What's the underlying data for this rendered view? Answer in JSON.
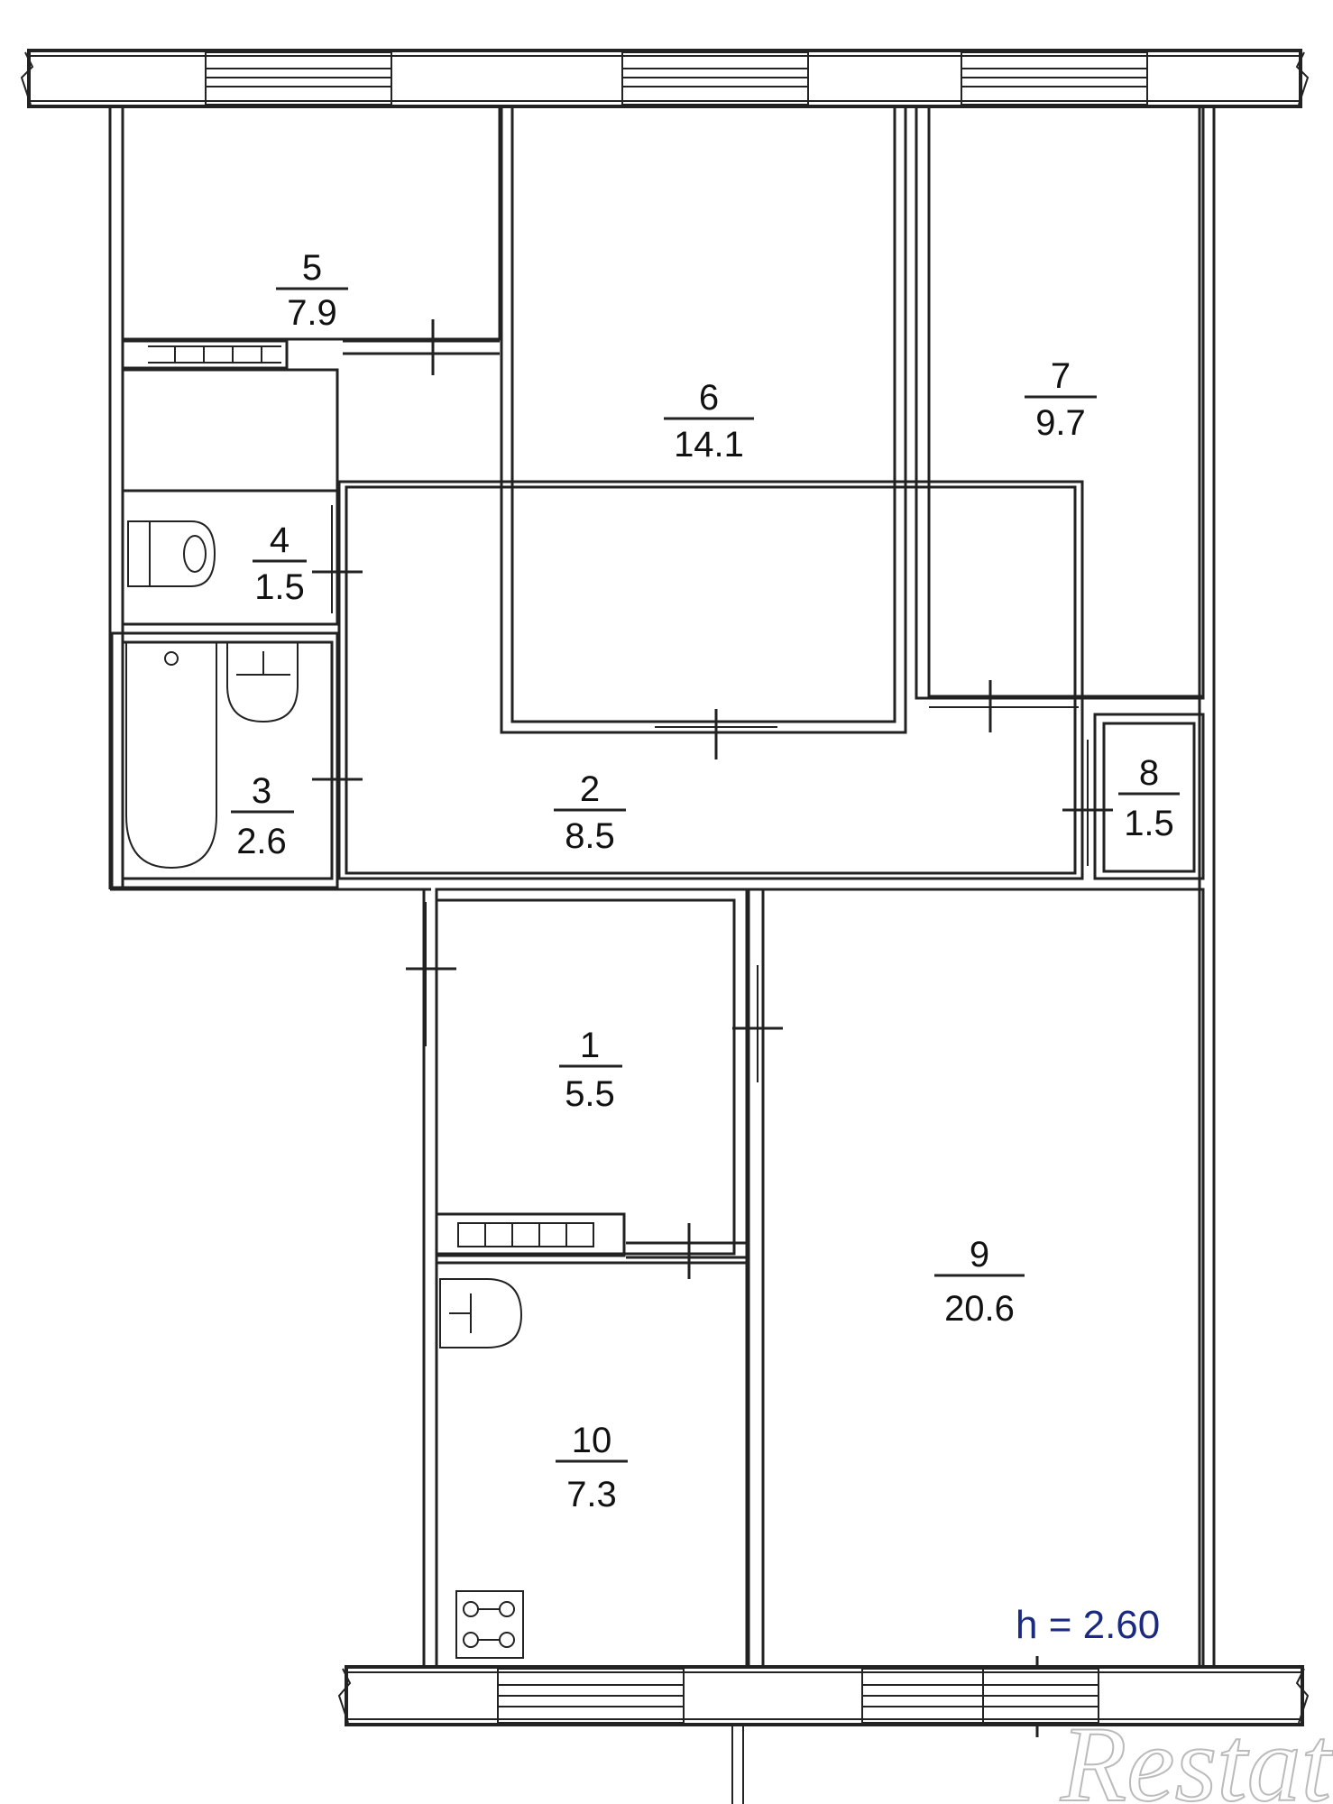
{
  "rooms": [
    {
      "number": "5",
      "area": "7.9"
    },
    {
      "number": "6",
      "area": "14.1"
    },
    {
      "number": "7",
      "area": "9.7"
    },
    {
      "number": "4",
      "area": "1.5"
    },
    {
      "number": "3",
      "area": "2.6"
    },
    {
      "number": "2",
      "area": "8.5"
    },
    {
      "number": "8",
      "area": "1.5"
    },
    {
      "number": "1",
      "area": "5.5"
    },
    {
      "number": "9",
      "area": "20.6"
    },
    {
      "number": "10",
      "area": "7.3"
    }
  ],
  "ceiling_height": "h = 2.60",
  "watermark": "Restate",
  "colors": {
    "walls": "#222222",
    "height_label": "#1a2a80",
    "background": "#ffffff"
  }
}
